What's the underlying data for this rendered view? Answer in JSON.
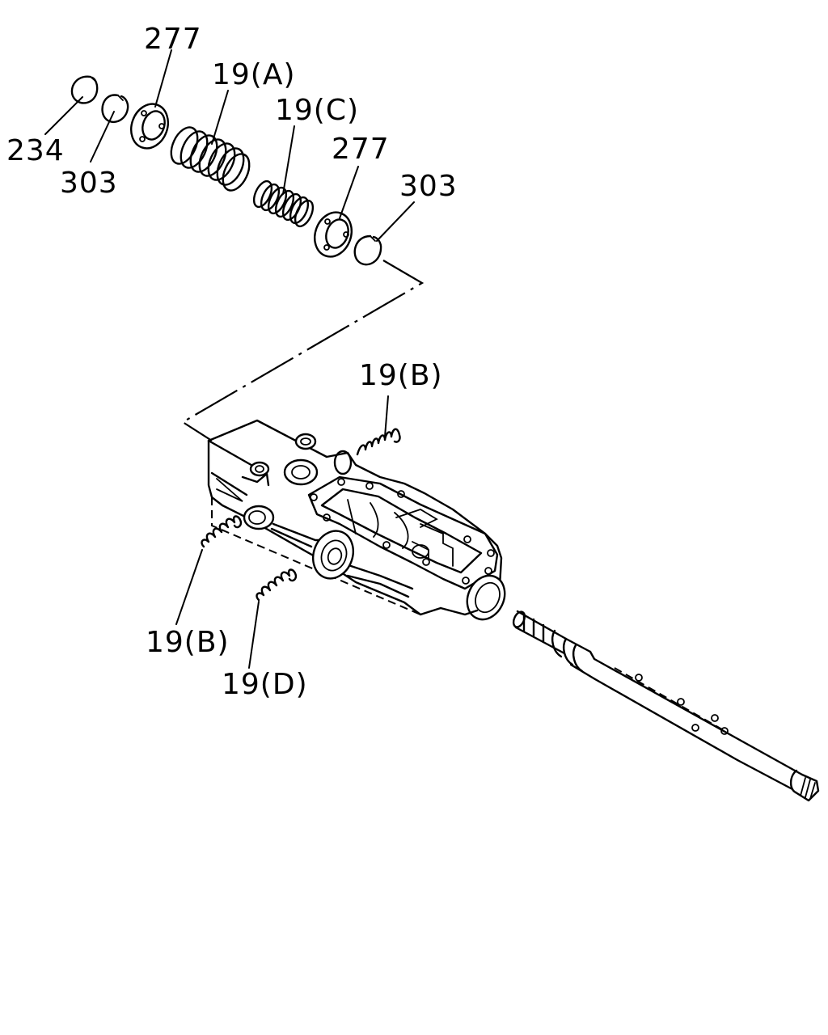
{
  "labels": {
    "p234": "234",
    "p303a": "303",
    "p277a": "277",
    "p19a": "19(A)",
    "p19c": "19(C)",
    "p277b": "277",
    "p303b": "303",
    "p19b_top": "19(B)",
    "p19b_left": "19(B)",
    "p19d": "19(D)"
  }
}
